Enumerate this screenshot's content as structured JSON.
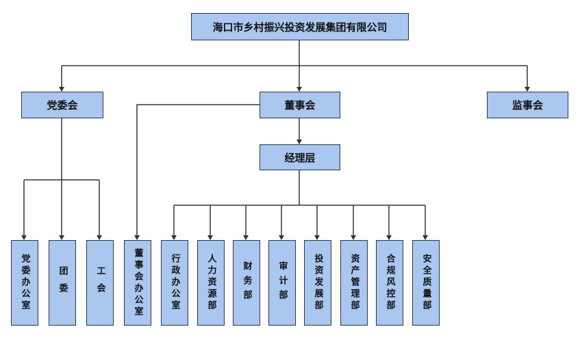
{
  "root": {
    "label": "海口市乡村振兴投资发展集团有限公司"
  },
  "level1": {
    "party": "党委会",
    "board": "董事会",
    "supervisory": "监事会"
  },
  "management": {
    "label": "经理层"
  },
  "party_units": [
    "党委办公室",
    "团委",
    "工会"
  ],
  "board_office": "董事会办公室",
  "departments": [
    "行政办公室",
    "人力资源部",
    "财务部",
    "审计部",
    "投资发展部",
    "资产管理部",
    "合规风控部",
    "安全质量部"
  ],
  "colors": {
    "box_fill": "#a9c7ef",
    "line": "#2e3440"
  }
}
